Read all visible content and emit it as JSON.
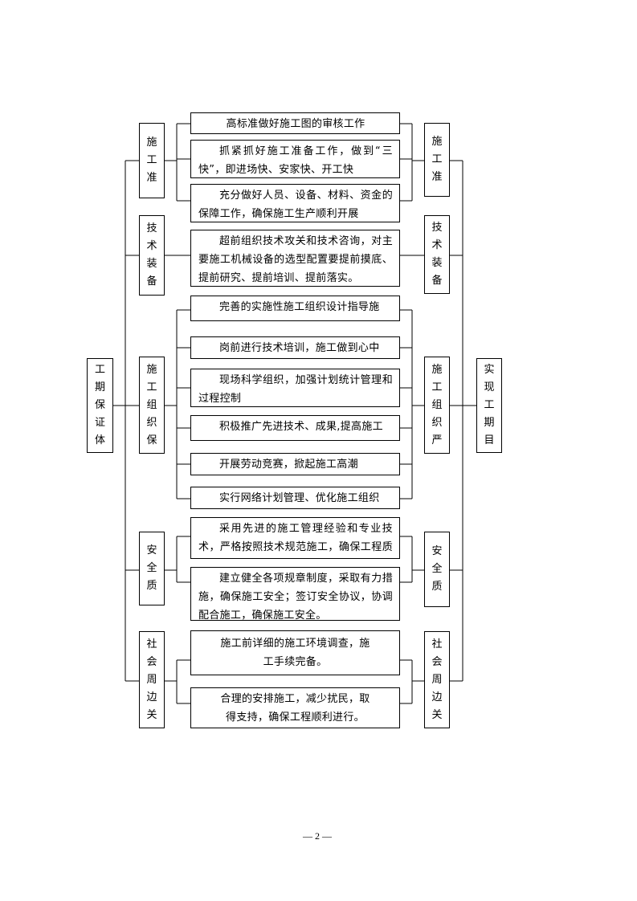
{
  "left_root": "工期保证体",
  "right_root": "实现工期目",
  "sections": [
    {
      "left_label": "施工准",
      "right_label": "施工准",
      "items": [
        "高标准做好施工图的审核工作",
        "抓紧抓好施工准备工作，做到“三快”，即进场快、安家快、开工快",
        "充分做好人员、设备、材料、资金的保障工作，确保施工生产顺利开展"
      ]
    },
    {
      "left_label": "技术装备",
      "right_label": "技术装备",
      "items": [
        "超前组织技术攻关和技术咨询，对主要施工机械设备的选型配置要提前摸底、提前研究、提前培训、提前落实。"
      ]
    },
    {
      "left_label": "施工组织保",
      "right_label": "施工组织严",
      "items": [
        "完善的实施性施工组织设计指导施",
        "岗前进行技术培训，施工做到心中",
        "现场科学组织，加强计划统计管理和过程控制",
        "积极推广先进技术、成果,提高施工",
        "开展劳动竞赛，掀起施工高潮",
        "实行网络计划管理、优化施工组织"
      ]
    },
    {
      "left_label": "安全质",
      "right_label": "安全质",
      "items": [
        "采用先进的施工管理经验和专业技术，严格按照技术规范施工，确保工程质量",
        "建立健全各项规章制度，采取有力措施，确保施工安全；签订安全协议，协调配合施工，确保施工安全。"
      ]
    },
    {
      "left_label": "社会周边关",
      "right_label": "社会周边关",
      "items": [
        "施工前详细的施工环境调查，施工手续完备。",
        "合理的安排施工，减少扰民，取得支持，确保工程顺利进行。"
      ]
    }
  ],
  "footer": "— 2 —"
}
